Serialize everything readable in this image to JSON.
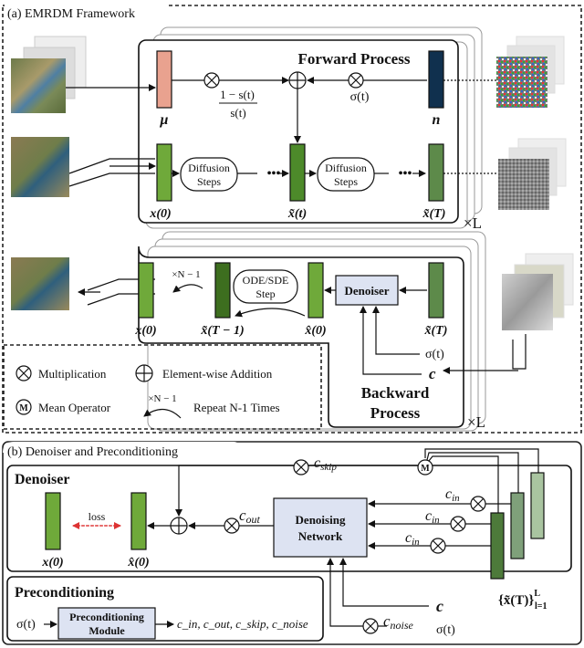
{
  "panel_a": {
    "title": "(a) EMRDM Framework",
    "forward_title": "Forward Process",
    "backward_title_1": "Backward",
    "backward_title_2": "Process",
    "scale_label": "×L",
    "scale_label_2": "×L",
    "mu": "μ",
    "n": "n",
    "coef_num": "1 − s(t)",
    "coef_den": "s(t)",
    "sigma": "σ(t)",
    "diff1_a": "Diffusion",
    "diff1_b": "Steps",
    "diff2_a": "Diffusion",
    "diff2_b": "Steps",
    "x0": "x(0)",
    "xt": "x̃(t)",
    "xT": "x̃(T)",
    "repeat": "×N − 1",
    "ode_a": "ODE/SDE",
    "ode_b": "Step",
    "denoiser": "Denoiser",
    "b_x0": "x(0)",
    "b_xT1": "x̃(T − 1)",
    "b_xhat0": "x̂(0)",
    "b_xT": "x̃(T)",
    "b_sigma": "σ(t)",
    "b_c": "c"
  },
  "legend": {
    "mult": "Multiplication",
    "add": "Element-wise Addition",
    "mean": "Mean Operator",
    "repeat_sym": "×N − 1",
    "repeat": "Repeat N-1 Times"
  },
  "panel_b": {
    "title": "(b) Denoiser and Preconditioning",
    "denoiser_title": "Denoiser",
    "loss": "loss",
    "x0": "x(0)",
    "xhat0": "x̂(0)",
    "c_skip": "c",
    "c_skip_sub": "skip",
    "c_out": "c",
    "c_out_sub": "out",
    "c_in": "c",
    "c_in_sub": "in",
    "net_a": "Denoising",
    "net_b": "Network",
    "c_noise": "c",
    "c_noise_sub": "noise",
    "c": "c",
    "sigma": "σ(t)",
    "set_label": "{x̃(T)}",
    "set_sup": "L",
    "set_sub": "l=1",
    "mean_glyph": "M"
  },
  "precond": {
    "title": "Preconditioning",
    "sigma": "σ(t)",
    "module_a": "Preconditioning",
    "module_b": "Module",
    "outputs": "c_in, c_out, c_skip, c_noise"
  },
  "colors": {
    "green": "#6fa93a",
    "green_dark": "#3d6e1f",
    "green_gray": "#7fa07a",
    "pink": "#e9a28f",
    "navy": "#10304e",
    "box_fill": "#dde3f2"
  }
}
